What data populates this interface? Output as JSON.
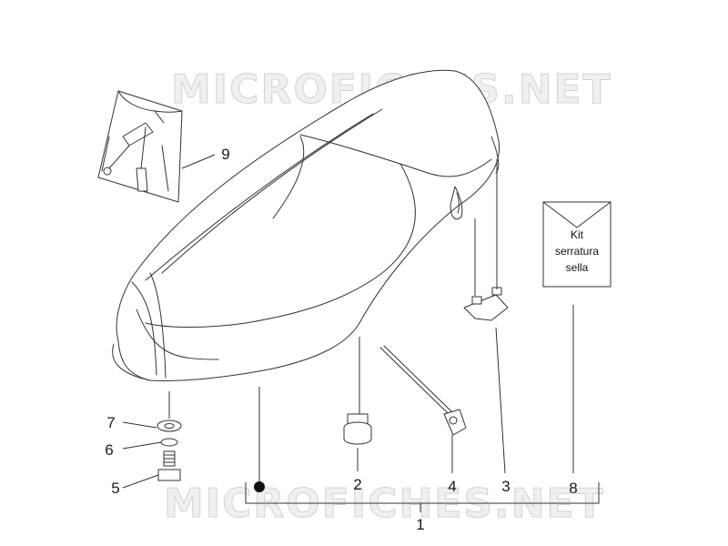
{
  "watermark": {
    "text": "MICROFICHES.NET"
  },
  "kit_label": {
    "line1": "Kit",
    "line2": "serratura",
    "line3": "sella"
  },
  "callouts": {
    "c1": "1",
    "c2": "2",
    "c3": "3",
    "c4": "4",
    "c5": "5",
    "c6": "6",
    "c7": "7",
    "c8": "8",
    "c9": "9"
  },
  "colors": {
    "line": "#333333",
    "watermark_fill": "#f0f0f0",
    "watermark_stroke": "#d2d2d2",
    "dot": "#111111"
  }
}
